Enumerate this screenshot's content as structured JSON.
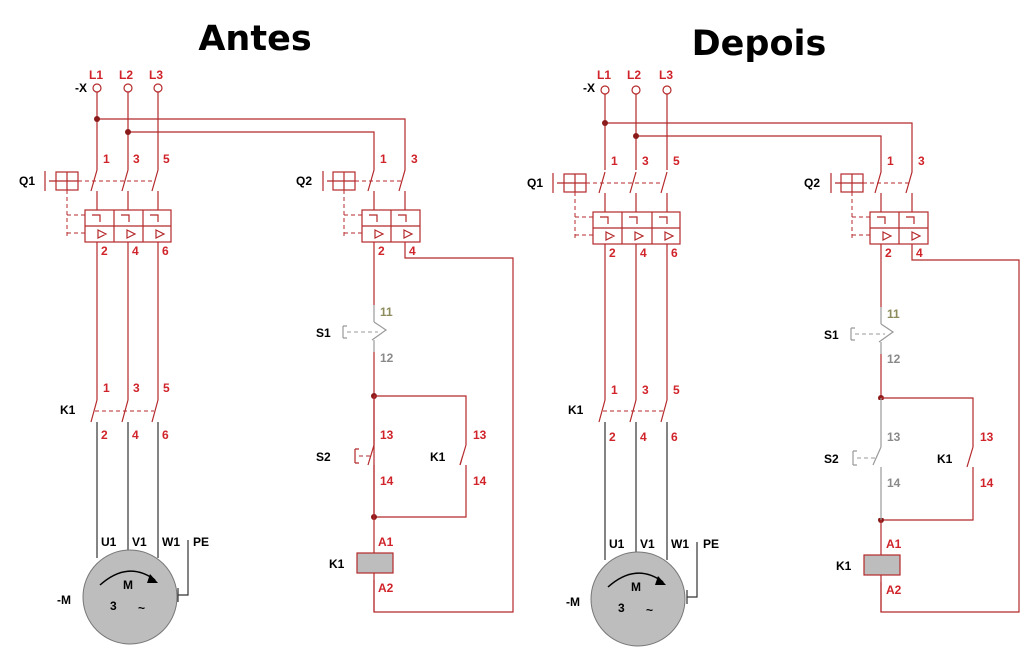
{
  "titles": {
    "left": "Antes",
    "right": "Depois"
  },
  "power": {
    "terminal": "-X",
    "phases": [
      "L1",
      "L2",
      "L3"
    ]
  },
  "q1": {
    "label": "Q1",
    "top": [
      "1",
      "3",
      "5"
    ],
    "bottom": [
      "2",
      "4",
      "6"
    ]
  },
  "q2": {
    "label": "Q2",
    "top": [
      "1",
      "3"
    ],
    "bottom": [
      "2",
      "4"
    ]
  },
  "k1_main": {
    "label": "K1",
    "top": [
      "1",
      "3",
      "5"
    ],
    "bottom": [
      "2",
      "4",
      "6"
    ]
  },
  "s1": {
    "label": "S1",
    "top": "11",
    "bottom": "12"
  },
  "s2": {
    "label": "S2",
    "top": "13",
    "bottom": "14"
  },
  "k1_aux": {
    "label": "K1",
    "top": "13",
    "bottom": "14"
  },
  "coil": {
    "label": "K1",
    "top": "A1",
    "bottom": "A2"
  },
  "motor": {
    "label": "-M",
    "terms": [
      "U1",
      "V1",
      "W1",
      "PE"
    ],
    "symbol": "M",
    "phases": "3",
    "ac": "~"
  },
  "colors": {
    "wire": "#b5292b",
    "active_text": "#d0232a",
    "inactive": "#8a8a8a",
    "motor": "#bdbdbd",
    "coil": "#bdbdbd"
  }
}
